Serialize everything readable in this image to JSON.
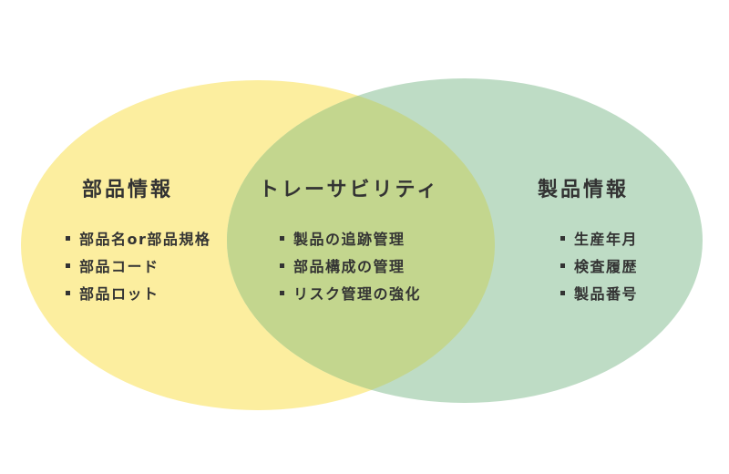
{
  "colors": {
    "left_circle": "#fcee9f",
    "right_circle": "#bedcc5",
    "overlap": "#c3d68e",
    "text": "#333333"
  },
  "left": {
    "title": "部品情報",
    "items": [
      "部品名or部品規格",
      "部品コード",
      "部品ロット"
    ]
  },
  "center": {
    "title": "トレーサビリティ",
    "items": [
      "製品の追跡管理",
      "部品構成の管理",
      "リスク管理の強化"
    ]
  },
  "right": {
    "title": "製品情報",
    "items": [
      "生産年月",
      "検査履歴",
      "製品番号"
    ]
  }
}
